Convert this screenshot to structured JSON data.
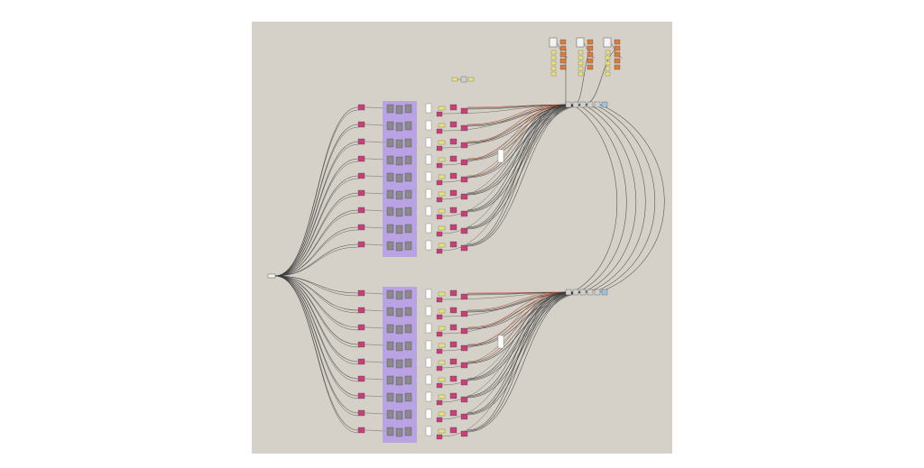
{
  "canvas": {
    "background": "#d5d1c8",
    "colors": {
      "wire_default": "#3a3a3a",
      "wire_active": "#c0441f",
      "purple_group": "#b59be6",
      "param_pink": "#c8407a",
      "panel_white": "#ffffff",
      "panel_yellow": "#e8e27a",
      "orange_block": "#e07a3a",
      "gray_component": "#8a8a8a",
      "blue_param": "#9cc4e0"
    }
  },
  "groups": [
    {
      "id": "upper-cluster",
      "rows": 9
    },
    {
      "id": "lower-cluster",
      "rows": 9
    }
  ],
  "top_right_blocks": 3,
  "icons": [
    "source-param-icon",
    "purple-group-icon",
    "pink-param-icon",
    "white-panel-icon",
    "gray-component-icon",
    "orange-block-icon"
  ]
}
